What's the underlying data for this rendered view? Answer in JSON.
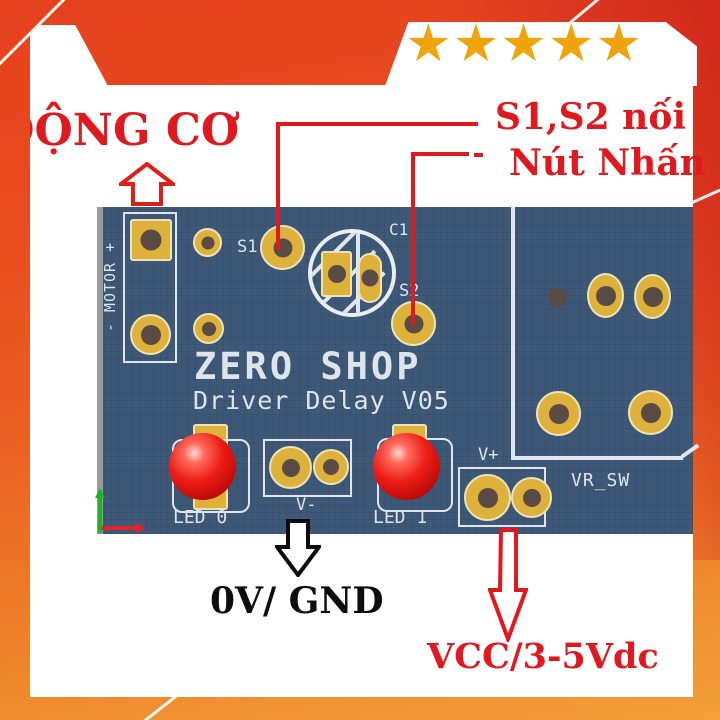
{
  "rating": {
    "stars": "★★★★★",
    "star_color": "#f0a40b"
  },
  "callouts": {
    "motor": "ĐỘNG CƠ",
    "buttons_line1": "S1,S2 nối",
    "buttons_line2": "Nút Nhấn",
    "gnd": "0V/ GND",
    "vcc": "VCC/3-5Vdc"
  },
  "pcb": {
    "brand": "ZERO SHOP",
    "model": "Driver Delay V05",
    "silkscreen": {
      "motor": "- MOTOR +",
      "s1": "S1",
      "s2": "S2",
      "c1": "C1",
      "led0": "LED 0",
      "led1": "LED 1",
      "v_minus": "V-",
      "v_plus": "V+",
      "vr_sw": "VR_SW"
    }
  },
  "colors": {
    "pcb_blue": "#3e5978",
    "pad_gold": "#ddb13a",
    "silkscreen_white": "#dde4ec",
    "annotation_red": "#e0191f",
    "background_orange": "#e74d1f",
    "background_deep_red": "#d32a1c"
  }
}
